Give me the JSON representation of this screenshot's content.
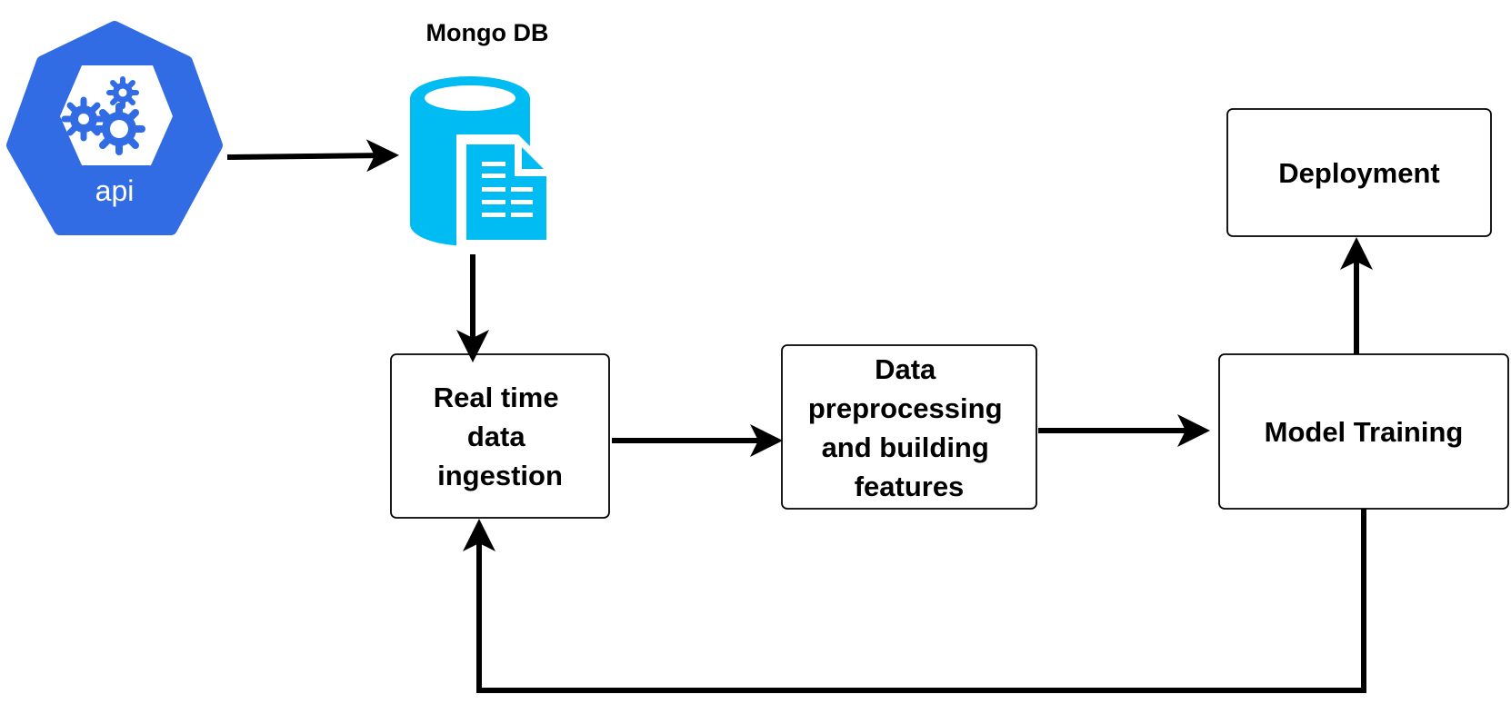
{
  "colors": {
    "api_blue": "#326CE5",
    "db_cyan": "#00BCF2",
    "line": "#000000",
    "box_border": "#000000",
    "background": "#FFFFFF"
  },
  "api": {
    "icon_name": "api-gears-icon",
    "label": "api"
  },
  "database": {
    "icon_name": "database-document-icon",
    "title": "Mongo DB"
  },
  "nodes": {
    "ingestion": {
      "lines": [
        "Real time",
        "data",
        "ingestion"
      ]
    },
    "preprocessing": {
      "lines": [
        "Data",
        "preprocessing",
        "and building",
        "features"
      ]
    },
    "training": {
      "lines": [
        "Model Training"
      ]
    },
    "deployment": {
      "lines": [
        "Deployment"
      ]
    }
  },
  "edges": [
    {
      "from": "api",
      "to": "database"
    },
    {
      "from": "database",
      "to": "ingestion"
    },
    {
      "from": "ingestion",
      "to": "preprocessing"
    },
    {
      "from": "preprocessing",
      "to": "training"
    },
    {
      "from": "training",
      "to": "deployment"
    },
    {
      "from": "training",
      "to": "ingestion"
    }
  ]
}
